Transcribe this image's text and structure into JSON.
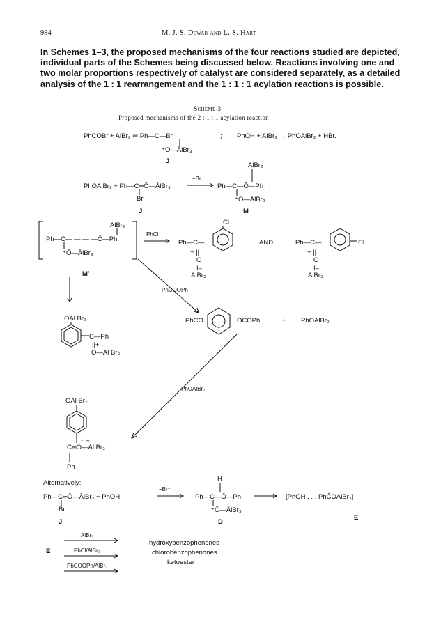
{
  "header": {
    "page_number": "984",
    "running_title": "M. J. S. Dewar and L. S. Hart"
  },
  "paragraph": {
    "lines": [
      "In Schemes 1–3, the proposed mechanisms of the four reactions studied are depicted,",
      "individual parts of the Schemes being discussed below. Reactions involving one and",
      "two molar proportions respectively of catalyst are considered separately, as a detailed",
      "analysis of the 1 : 1 rearrangement and the 1 : 1 : 1 acylation reactions is possible."
    ]
  },
  "scheme": {
    "title": "Scheme 3",
    "subtitle": "Proposed mechanisms of the 2 : 1 : 1 acylation reaction",
    "row1": {
      "left": "PhCOBr + AlBr₃ ⇌ Ph—C—Br",
      "sep": ";",
      "right": "PhOH + AlBr₃ → PhOAlBr₂ + HBr.",
      "sub": "⁺O—ĀlBr₃",
      "label": "J"
    },
    "row2": {
      "left": "PhOAlBr₂ + Ph—C═Ō—ĀlBr₃",
      "br": "Br",
      "arrow_label": "−Br⁻",
      "top": "AlBr₂",
      "product": "Ph—C—Ō—Ph →",
      "product_sub": "⁺Ō—ĀlBr₃",
      "label_j": "J",
      "label_m": "M"
    },
    "row3": {
      "bracket_top": "AlBr₂",
      "bracket_mid": "Ph—C— — — —Ō—Ph",
      "bracket_sub": "⁺Ō—ĀlBr₃",
      "label": "M′",
      "arrow_label": "PhCl",
      "p1_left": "Ph—C—",
      "p1_cl": "Cl",
      "p1_sub1": "+ ||",
      "p1_sub2": "O",
      "p1_sub3": "I–",
      "p1_sub4": "AlBr₃",
      "and": "AND",
      "p2_left": "Ph—C—",
      "p2_cl": "Cl",
      "p2_sub1": "+ ||",
      "p2_sub2": "O",
      "p2_sub3": "I–",
      "p2_sub4": "AlBr₃"
    },
    "diag_label1": "PhCOOPh",
    "row4": {
      "left_top": "OAl Br₂",
      "left_r1": "C—Ph",
      "left_r2": "||+  –",
      "left_r3": "O—Al Br₃",
      "p_left": "PhCO",
      "p_right": "OCOPh",
      "plus": "+",
      "side": "PhOAlBr₂"
    },
    "diag_label2": "PhOAlBr₂",
    "row5": {
      "top": "OAl Br₂",
      "c1": "C═O—Al Br₃",
      "charges": "+   –",
      "ph": "Ph"
    },
    "alt": {
      "label": "Alternatively:",
      "left": "Ph—C═Ō—ĀlBr₃ + PhOH",
      "br": "Br",
      "arrow_label": "−Br⁻",
      "h": "H",
      "mid": "Ph—C—Ō—Ph",
      "mid_sub": "⁺Ō—ĀlBr₃",
      "bracket": "[PhOH . . . PhĈOAlBr₃]",
      "label_j": "J",
      "label_d": "D",
      "label_e": "E"
    },
    "final": {
      "e": "E",
      "a1": "AlBr₃",
      "a2": "PhCl/AlBr₃",
      "a3": "PhCOOPh/AlBr₃",
      "products": [
        "hydroxybenzophenones",
        "chlorobenzophenones",
        "ketoester"
      ]
    }
  }
}
